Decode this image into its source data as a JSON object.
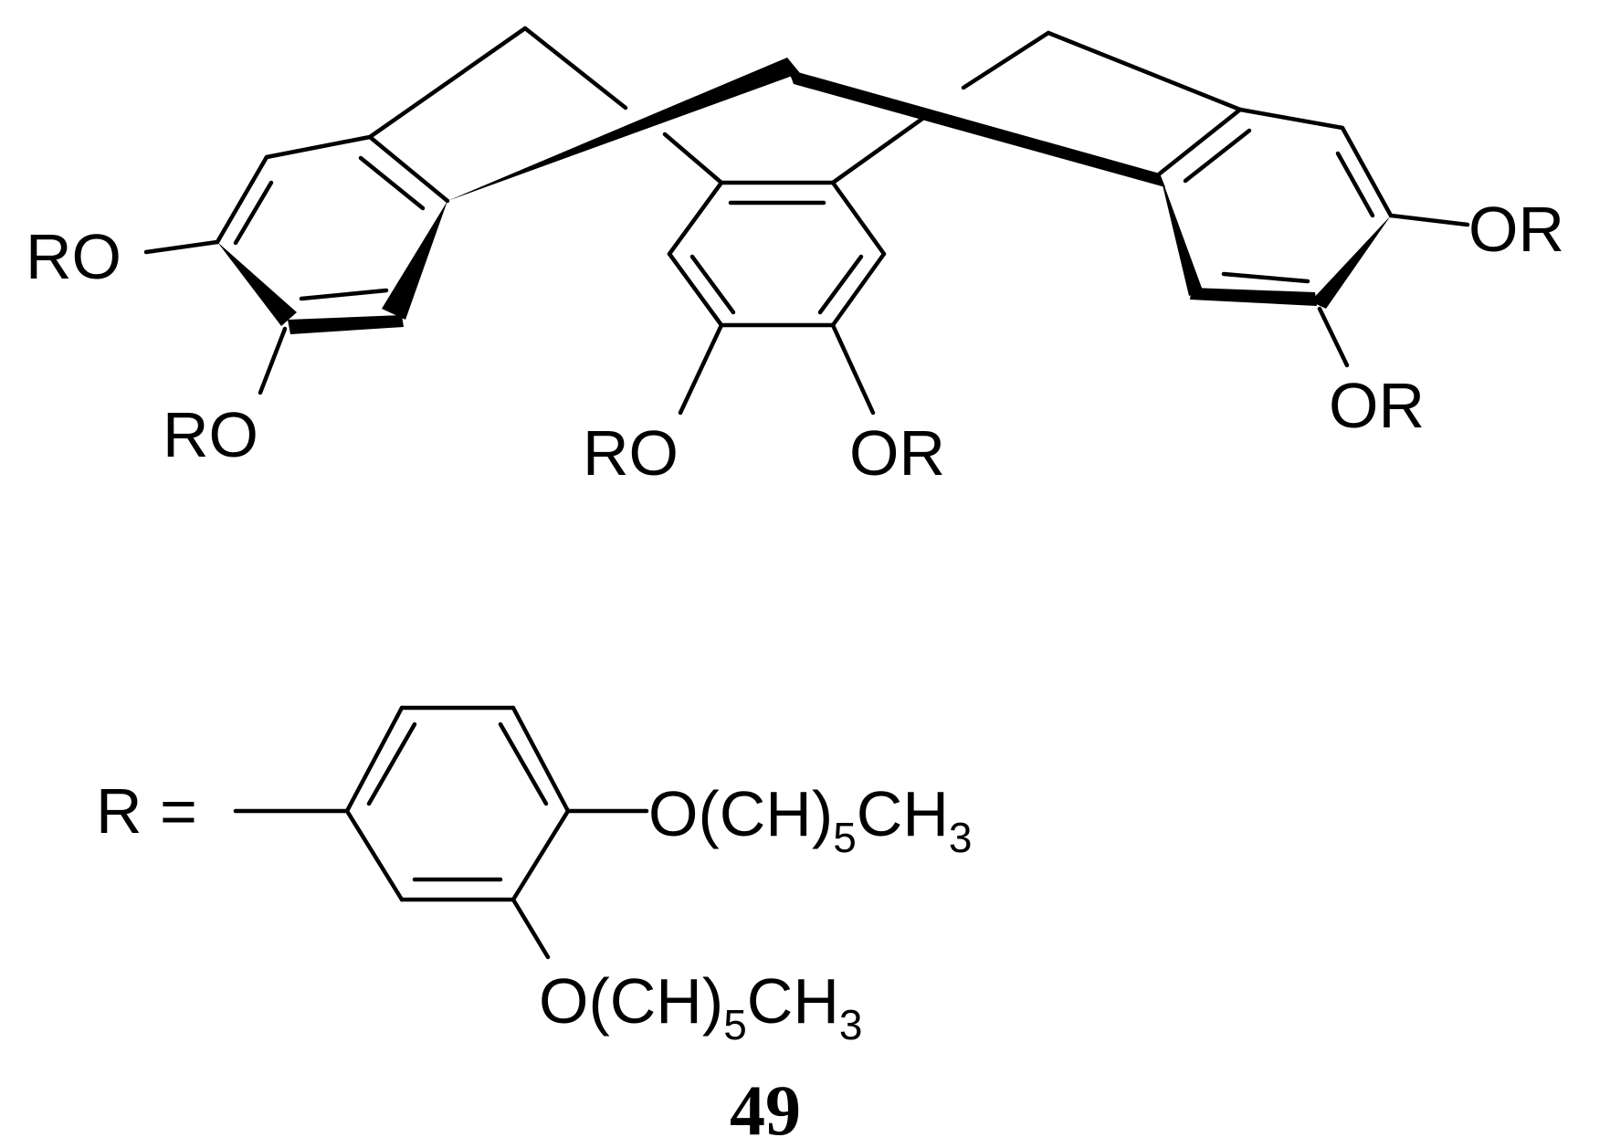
{
  "structure": {
    "substituent_label": "RO",
    "substituent_label_right": "OR",
    "r_definition_prefix": "R =",
    "chain_upper": {
      "part1": "O(CH)",
      "sub": "5",
      "part2": "CH",
      "sub2": "3"
    },
    "chain_lower": {
      "part1": "O(CH)",
      "sub": "5",
      "part2": "CH",
      "sub2": "3"
    },
    "compound_number": "49"
  }
}
